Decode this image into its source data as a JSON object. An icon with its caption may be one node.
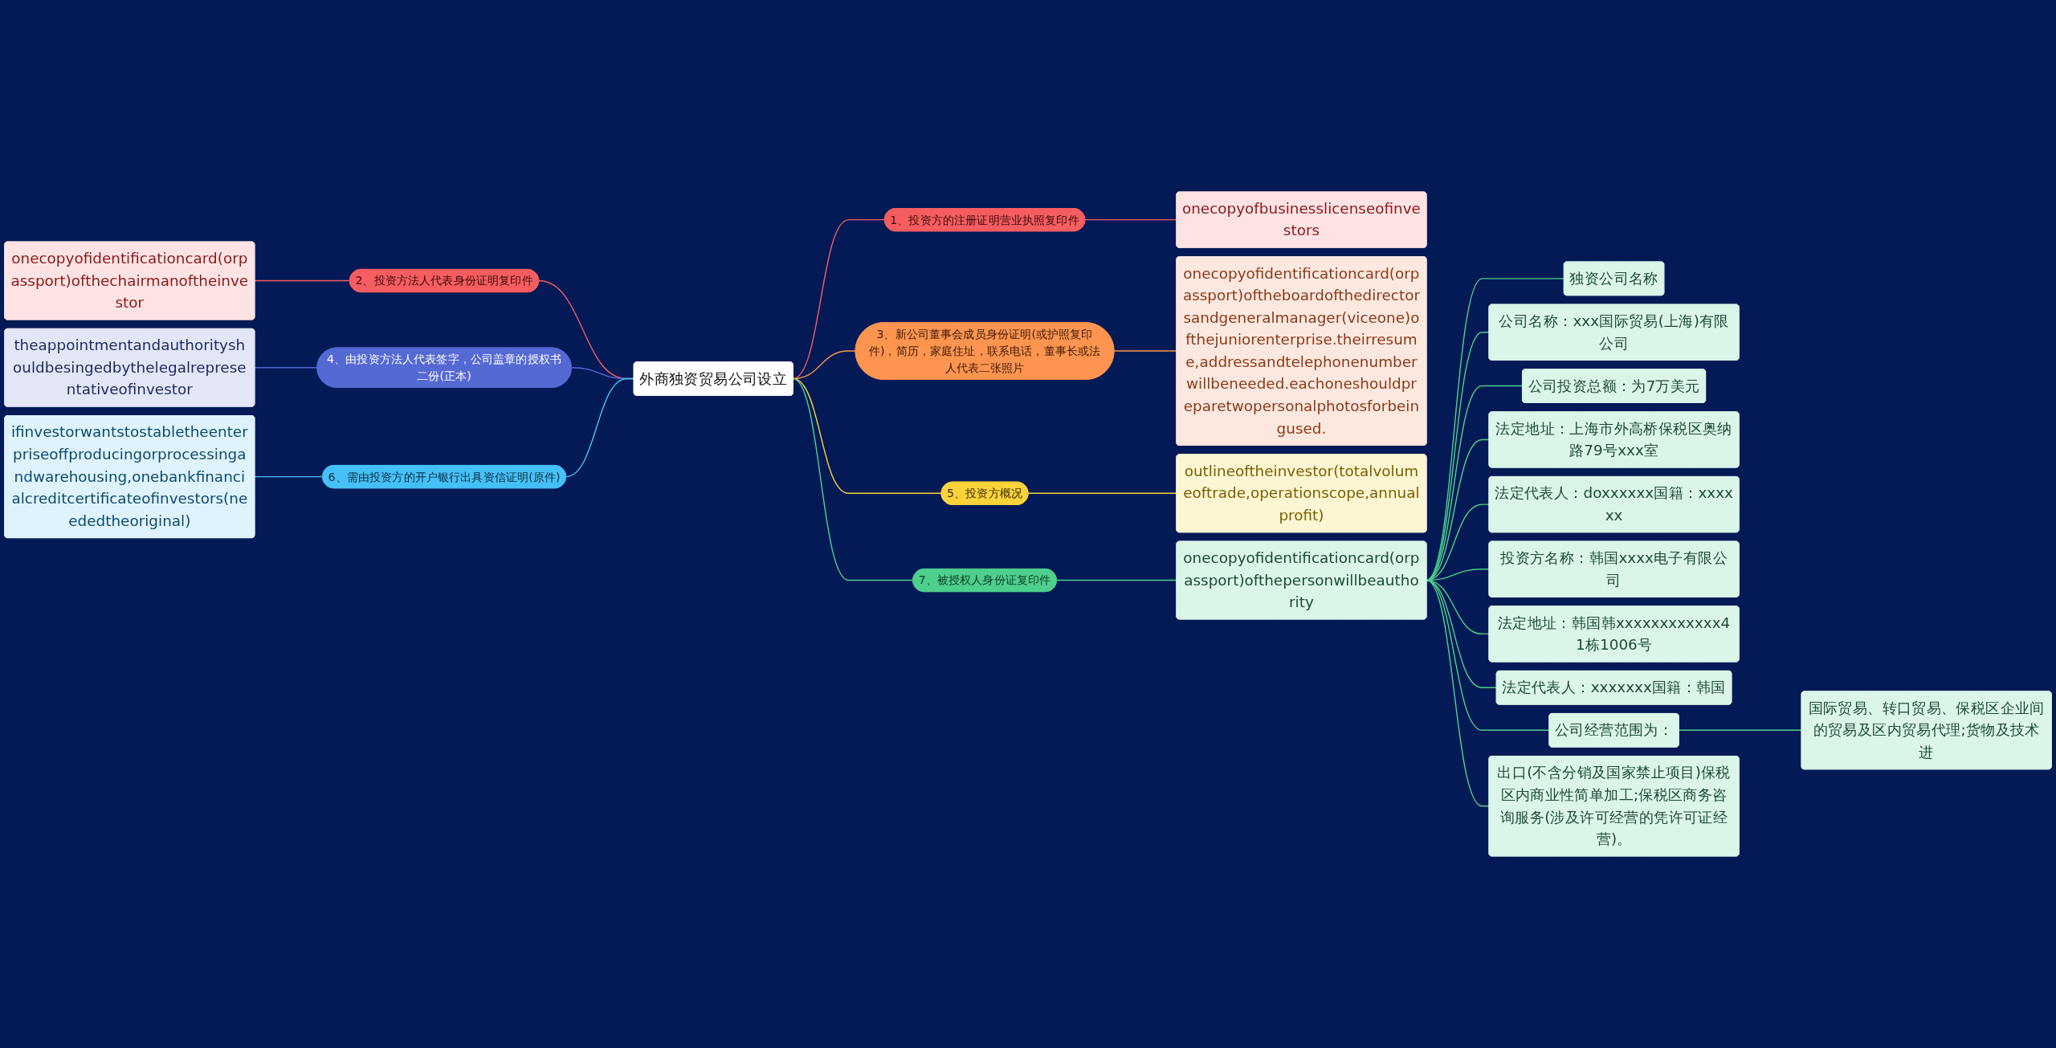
{
  "diagram": {
    "nodes": [
      {
        "text": [
          "外商独资贸易公司设立"
        ]
      },
      {
        "text": [
          "1、投资方的注册证明营业执照复印件"
        ]
      },
      {
        "text": [
          "onecopyofbusinesslicenseofinvestors"
        ]
      },
      {
        "text": [
          "2、投资方法人代表身份证明复印件"
        ]
      },
      {
        "text": [
          "onecopyofidentificationcard(orpassport)ofthechairmanoftheinvestor"
        ]
      },
      {
        "text": [
          "3、新公司董事会成员身份证明(或护照复印件)，简历，家庭住址，联系电话，董事长或法人代表二张照片"
        ]
      },
      {
        "text": [
          "onecopyofidentificationcard(orpassport)oftheboardofthedirectorsandgeneralmanager(viceone)ofthejuniorenterprise.theirresume,addressandtelephonenumberwillbeneeded.eachoneshouldpreparetwopersonalphotosforbeingused."
        ]
      },
      {
        "text": [
          "4、由投资方法人代表签字，公司盖章的授权书二份(正本)"
        ]
      },
      {
        "text": [
          "theappointmentandauthorityshouldbesingedbythelegalrepresentativeofinvestor"
        ]
      },
      {
        "text": [
          "5、投资方概况"
        ]
      },
      {
        "text": [
          "outlineoftheinvestor(totalvolumeoftrade,operationscope,annualprofit)"
        ]
      },
      {
        "text": [
          "6、需由投资方的开户银行出具资信证明(原件)"
        ]
      },
      {
        "text": [
          "ifinvestorwantstostabletheenterpriseoffproducingorprocessingandwarehousing,onebankfinancialcreditcertificateofinvestors(neededtheoriginal)"
        ]
      },
      {
        "text": [
          "7、被授权人身份证复印件"
        ]
      },
      {
        "text": [
          "onecopyofidentificationcard(orpassport)ofthepersonwillbeauthority"
        ]
      },
      {
        "text": [
          "独资公司名称"
        ]
      },
      {
        "text": [
          "公司名称：xxx国际贸易(上海)有限公司"
        ]
      },
      {
        "text": [
          "公司投资总额：为7万美元"
        ]
      },
      {
        "text": [
          "法定地址：上海市外高桥保税区奥纳路79号xxx室"
        ]
      },
      {
        "text": [
          "法定代表人：doxxxxxx国籍：xxxxxx"
        ]
      },
      {
        "text": [
          "投资方名称：韩国xxxx电子有限公司"
        ]
      },
      {
        "text": [
          "法定地址：韩国韩xxxxxxxxxxxx41栋1006号"
        ]
      },
      {
        "text": [
          "法定代表人：xxxxxxx国籍：韩国"
        ]
      },
      {
        "text": [
          "公司经营范围为："
        ]
      },
      {
        "text": [
          "国际贸易、转口贸易、保税区企业间的贸易及区内贸易代理;货物及技术进"
        ]
      },
      {
        "text": [
          "出口(不含分销及国家禁止项目)保税区内商业性简单加工;保税区商务咨询服务(涉及许可经营的凭许可证经营)。"
        ]
      }
    ],
    "edges": [
      {
        "from": 0,
        "to": 1,
        "arrow": "none",
        "color": "#f65d60"
      },
      {
        "from": 1,
        "to": 2,
        "arrow": "none",
        "color": "#f65d60"
      },
      {
        "from": 3,
        "to": 0,
        "arrow": "none",
        "color": "#f65d60"
      },
      {
        "from": 4,
        "to": 3,
        "arrow": "none",
        "color": "#f65d60"
      },
      {
        "from": 0,
        "to": 5,
        "arrow": "none",
        "color": "#fd9450"
      },
      {
        "from": 5,
        "to": 6,
        "arrow": "none",
        "color": "#fd9450"
      },
      {
        "from": 7,
        "to": 0,
        "arrow": "none",
        "color": "#5469d4"
      },
      {
        "from": 8,
        "to": 7,
        "arrow": "none",
        "color": "#5469d4"
      },
      {
        "from": 0,
        "to": 9,
        "arrow": "none",
        "color": "#fcd33a"
      },
      {
        "from": 9,
        "to": 10,
        "arrow": "none",
        "color": "#fcd33a"
      },
      {
        "from": 11,
        "to": 0,
        "arrow": "none",
        "color": "#45c0f8"
      },
      {
        "from": 12,
        "to": 11,
        "arrow": "none",
        "color": "#45c0f8"
      },
      {
        "from": 0,
        "to": 13,
        "arrow": "none",
        "color": "#4ecf8d"
      },
      {
        "from": 13,
        "to": 14,
        "arrow": "none",
        "color": "#4ecf8d"
      },
      {
        "from": 14,
        "to": 15,
        "arrow": "none",
        "color": "#4ecf8d"
      },
      {
        "from": 14,
        "to": 16,
        "arrow": "none",
        "color": "#4ecf8d"
      },
      {
        "from": 14,
        "to": 17,
        "arrow": "none",
        "color": "#4ecf8d"
      },
      {
        "from": 14,
        "to": 18,
        "arrow": "none",
        "color": "#4ecf8d"
      },
      {
        "from": 14,
        "to": 19,
        "arrow": "none",
        "color": "#4ecf8d"
      },
      {
        "from": 14,
        "to": 20,
        "arrow": "none",
        "color": "#4ecf8d"
      },
      {
        "from": 14,
        "to": 21,
        "arrow": "none",
        "color": "#4ecf8d"
      },
      {
        "from": 14,
        "to": 22,
        "arrow": "none",
        "color": "#4ecf8d"
      },
      {
        "from": 14,
        "to": 23,
        "arrow": "none",
        "color": "#4ecf8d"
      },
      {
        "from": 23,
        "to": 24,
        "arrow": "none",
        "color": "#4ecf8d"
      },
      {
        "from": 14,
        "to": 25,
        "arrow": "none",
        "color": "#4ecf8d"
      }
    ]
  }
}
